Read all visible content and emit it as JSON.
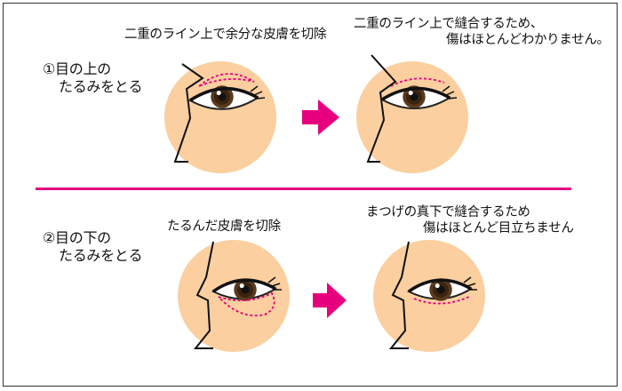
{
  "colors": {
    "accent": "#e6007e",
    "skin": "#fbcf9f",
    "frame": "#333333"
  },
  "steps": [
    {
      "label_lines": [
        "①目の上の",
        "たるみをとる"
      ],
      "before_caption": "二重のライン上で余分な皮膚を切除",
      "after_caption_lines": [
        "二重のライン上で縫合するため、",
        "傷はほとんどわかりません。"
      ]
    },
    {
      "label_lines": [
        "②目の下の",
        "たるみをとる"
      ],
      "before_caption": "たるんだ皮膚を切除",
      "after_caption_lines": [
        "まつげの真下で縫合するため",
        "傷はほとんど目立ちません"
      ]
    }
  ],
  "icons": [
    "face-profile-icon",
    "arrow-right-icon"
  ]
}
